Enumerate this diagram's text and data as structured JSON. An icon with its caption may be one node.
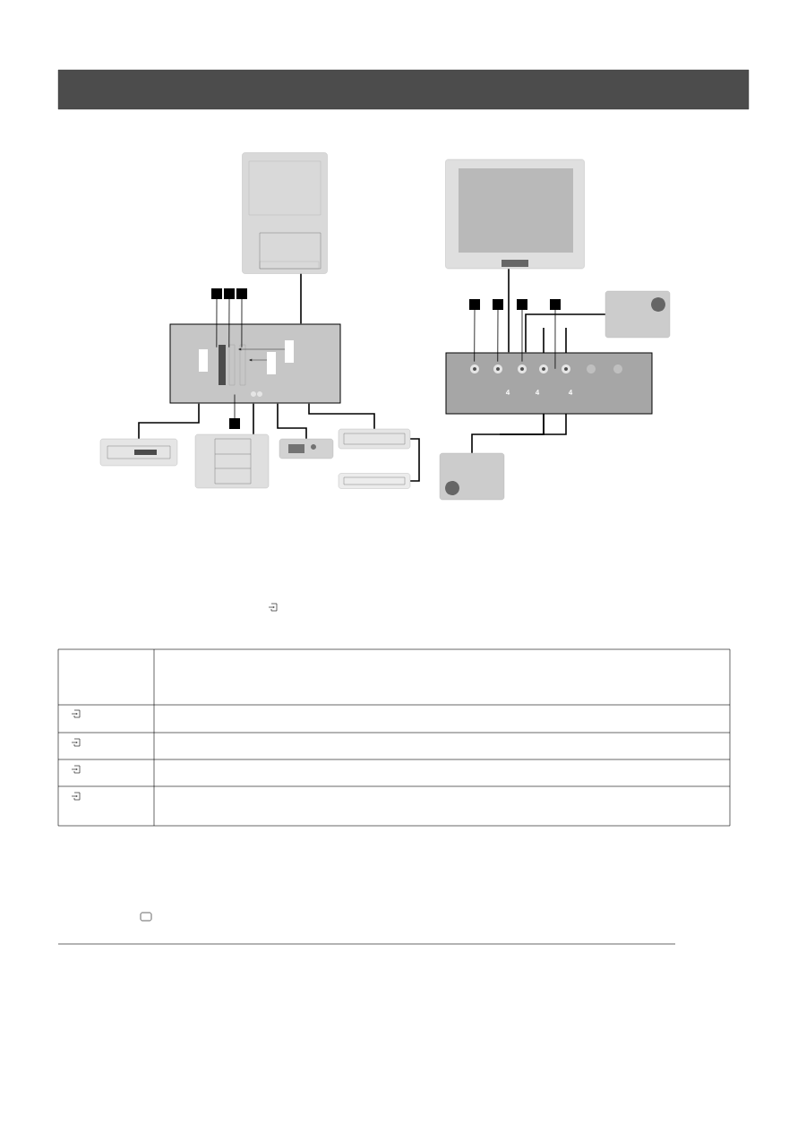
{
  "diagram": {
    "nodes": [
      {
        "text": [],
        "shape": "picture"
      },
      {
        "text": [],
        "shape": "box"
      },
      {
        "text": [],
        "shape": "picture"
      },
      {
        "text": [],
        "shape": "picture"
      },
      {
        "text": [],
        "shape": "picture"
      },
      {
        "text": [],
        "shape": "picture"
      },
      {
        "text": [],
        "shape": "picture"
      },
      {
        "text": [],
        "shape": "picture"
      },
      {
        "text": [],
        "shape": "box"
      },
      {
        "text": [],
        "shape": "picture"
      },
      {
        "text": [],
        "shape": "picture"
      },
      {
        "text": [],
        "shape": "box"
      },
      {
        "text": [],
        "shape": "box"
      },
      {
        "text": [],
        "shape": "box"
      },
      {
        "text": [],
        "shape": "box"
      },
      {
        "text": [],
        "shape": "box"
      },
      {
        "text": [],
        "shape": "box"
      },
      {
        "text": [],
        "shape": "box"
      },
      {
        "text": [],
        "shape": "box"
      }
    ],
    "edges": [
      {
        "from": 0,
        "to": 1,
        "arrow": "none"
      },
      {
        "from": 2,
        "to": 1,
        "arrow": "none"
      },
      {
        "from": 3,
        "to": 1,
        "arrow": "none"
      },
      {
        "from": 4,
        "to": 1,
        "arrow": "none"
      },
      {
        "from": 5,
        "to": 1,
        "arrow": "none"
      },
      {
        "from": 5,
        "to": 6,
        "arrow": "none"
      },
      {
        "from": 7,
        "to": 8,
        "arrow": "none"
      },
      {
        "from": 9,
        "to": 8,
        "arrow": "none"
      },
      {
        "from": 10,
        "to": 8,
        "arrow": "none"
      },
      {
        "from": 11,
        "to": 1,
        "arrow": "none"
      },
      {
        "from": 12,
        "to": 1,
        "arrow": "none"
      },
      {
        "from": 13,
        "to": 1,
        "arrow": "none"
      },
      {
        "from": 14,
        "to": 1,
        "arrow": "none"
      },
      {
        "from": 15,
        "to": 8,
        "arrow": "none"
      },
      {
        "from": 16,
        "to": 8,
        "arrow": "none"
      },
      {
        "from": 17,
        "to": 8,
        "arrow": "none"
      },
      {
        "from": 18,
        "to": 8,
        "arrow": "none"
      }
    ],
    "labels": [
      "4",
      "4",
      "4"
    ]
  }
}
